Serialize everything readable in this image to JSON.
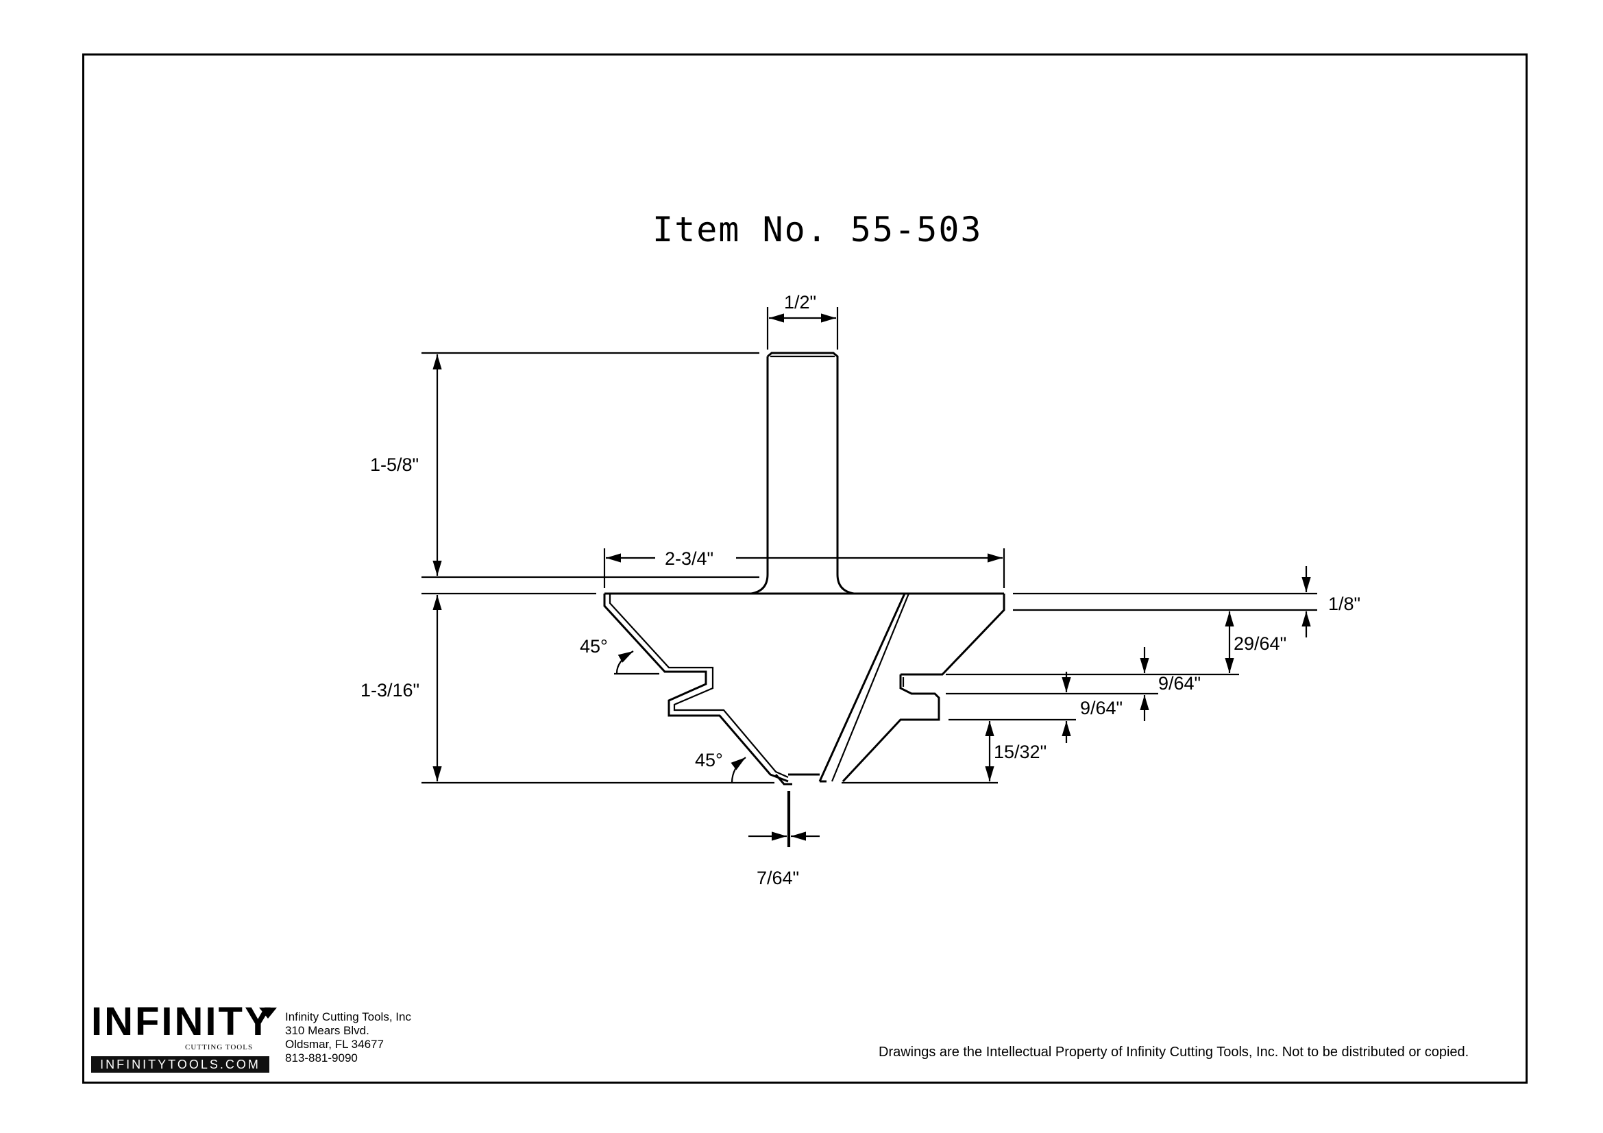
{
  "title": "Item No. 55-503",
  "dimensions": {
    "shank_diameter": "1/2\"",
    "shank_length": "1-5/8\"",
    "cutting_diameter": "2-3/4\"",
    "cutting_height": "1-3/16\"",
    "top_thickness": "1/8\"",
    "step_upper": "29/64\"",
    "groove_top": "9/64\"",
    "groove_width": "9/64\"",
    "bottom_height": "15/32\"",
    "tip_width": "7/64\"",
    "angle_upper": "45°",
    "angle_lower": "45°"
  },
  "company": {
    "logo": "INFINITY",
    "logo_sub": "CUTTING TOOLS",
    "website": "INFINITYTOOLS.COM",
    "name": "Infinity Cutting Tools, Inc",
    "street": "310 Mears Blvd.",
    "city": "Oldsmar, FL  34677",
    "phone": "813-881-9090"
  },
  "notice": "Drawings are the Intellectual Property of Infinity Cutting Tools, Inc. Not to be distributed or copied."
}
